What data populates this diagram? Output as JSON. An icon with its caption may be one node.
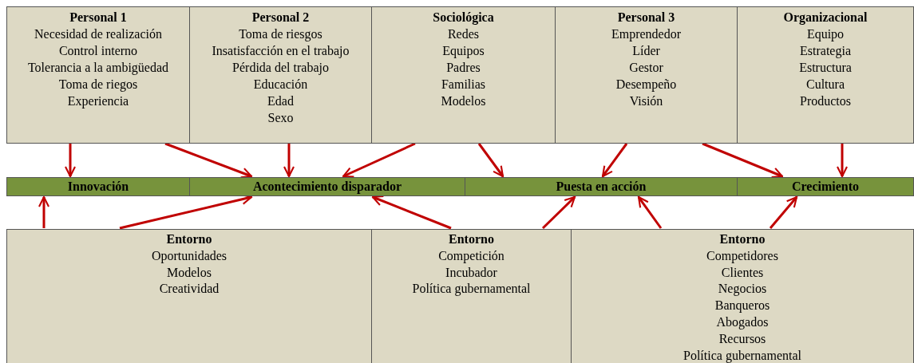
{
  "diagram": {
    "nodes": [
      {
        "text": [
          "Personal 1",
          "Necesidad de realización",
          "Control interno",
          "Tolerancia a la ambigüedad",
          "Toma de riegos",
          "Experiencia"
        ]
      },
      {
        "text": [
          "Personal 2",
          "Toma de riesgos",
          "Insatisfacción en el trabajo",
          "Pérdida del trabajo",
          "Educación",
          "Edad",
          "Sexo"
        ]
      },
      {
        "text": [
          "Sociológica",
          "Redes",
          "Equipos",
          "Padres",
          "Familias",
          "Modelos"
        ]
      },
      {
        "text": [
          "Personal 3",
          "Emprendedor",
          "Líder",
          "Gestor",
          "Desempeño",
          "Visión"
        ]
      },
      {
        "text": [
          "Organizacional",
          "Equipo",
          "Estrategia",
          "Estructura",
          "Cultura",
          "Productos"
        ]
      },
      {
        "text": [
          "Innovación"
        ]
      },
      {
        "text": [
          "Acontecimiento disparador"
        ]
      },
      {
        "text": [
          "Puesta en acción"
        ]
      },
      {
        "text": [
          "Crecimiento"
        ]
      },
      {
        "text": [
          "Entorno",
          "Oportunidades",
          "Modelos",
          "Creatividad"
        ]
      },
      {
        "text": [
          "Entorno",
          "Competición",
          "Incubador",
          "Política gubernamental"
        ]
      },
      {
        "text": [
          "Entorno",
          "Competidores",
          "Clientes",
          "Negocios",
          "Banqueros",
          "Abogados",
          "Recursos",
          "Política gubernamental"
        ]
      }
    ],
    "edges": [
      {
        "from": 0,
        "to": 5,
        "arrow": "to"
      },
      {
        "from": 0,
        "to": 6,
        "arrow": "to"
      },
      {
        "from": 1,
        "to": 6,
        "arrow": "to"
      },
      {
        "from": 2,
        "to": 6,
        "arrow": "to"
      },
      {
        "from": 2,
        "to": 7,
        "arrow": "to"
      },
      {
        "from": 3,
        "to": 7,
        "arrow": "to"
      },
      {
        "from": 3,
        "to": 8,
        "arrow": "to"
      },
      {
        "from": 4,
        "to": 8,
        "arrow": "to"
      },
      {
        "from": 9,
        "to": 5,
        "arrow": "to"
      },
      {
        "from": 9,
        "to": 6,
        "arrow": "to"
      },
      {
        "from": 10,
        "to": 6,
        "arrow": "to"
      },
      {
        "from": 10,
        "to": 7,
        "arrow": "to"
      },
      {
        "from": 11,
        "to": 7,
        "arrow": "to"
      },
      {
        "from": 11,
        "to": 8,
        "arrow": "to"
      }
    ]
  }
}
